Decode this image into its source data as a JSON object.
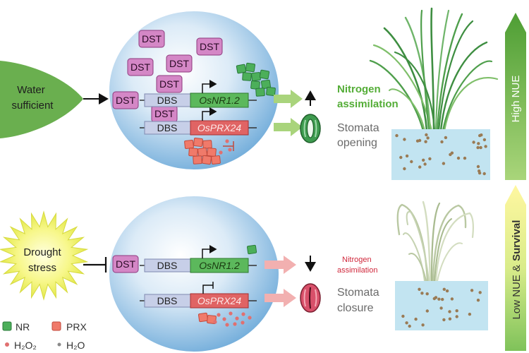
{
  "top_panel": {
    "condition_lines": [
      "Water",
      "sufficient"
    ],
    "dst_label": "DST",
    "dbs_label": "DBS",
    "gene_nr": "OsNR1.2",
    "gene_prx": "OsPRX24",
    "nitrogen_lines": [
      "Nitrogen",
      "assimilation"
    ],
    "stomata_lines": [
      "Stomata",
      "opening"
    ],
    "side_label": "High NUE"
  },
  "bottom_panel": {
    "condition_lines": [
      "Drought",
      "stress"
    ],
    "dst_label": "DST",
    "dbs_label": "DBS",
    "gene_nr": "OsNR1.2",
    "gene_prx": "OsPRX24",
    "nitrogen_lines": [
      "Nitrogen",
      "assimilation"
    ],
    "stomata_lines": [
      "Stomata",
      "closure"
    ],
    "side_label_parts": [
      "Low NUE &",
      "Survival"
    ]
  },
  "legend": {
    "nr": "NR",
    "prx": "PRX",
    "h2o2": "H₂O₂",
    "h2o": "H₂O"
  },
  "colors": {
    "nr": "#4caf5a",
    "nr_border": "#2a7a3a",
    "prx": "#f07a6a",
    "prx_border": "#c24a3c",
    "h2o2": "#e07070",
    "h2o": "#8a8a8a",
    "soil_particle": "#9a7b55"
  }
}
